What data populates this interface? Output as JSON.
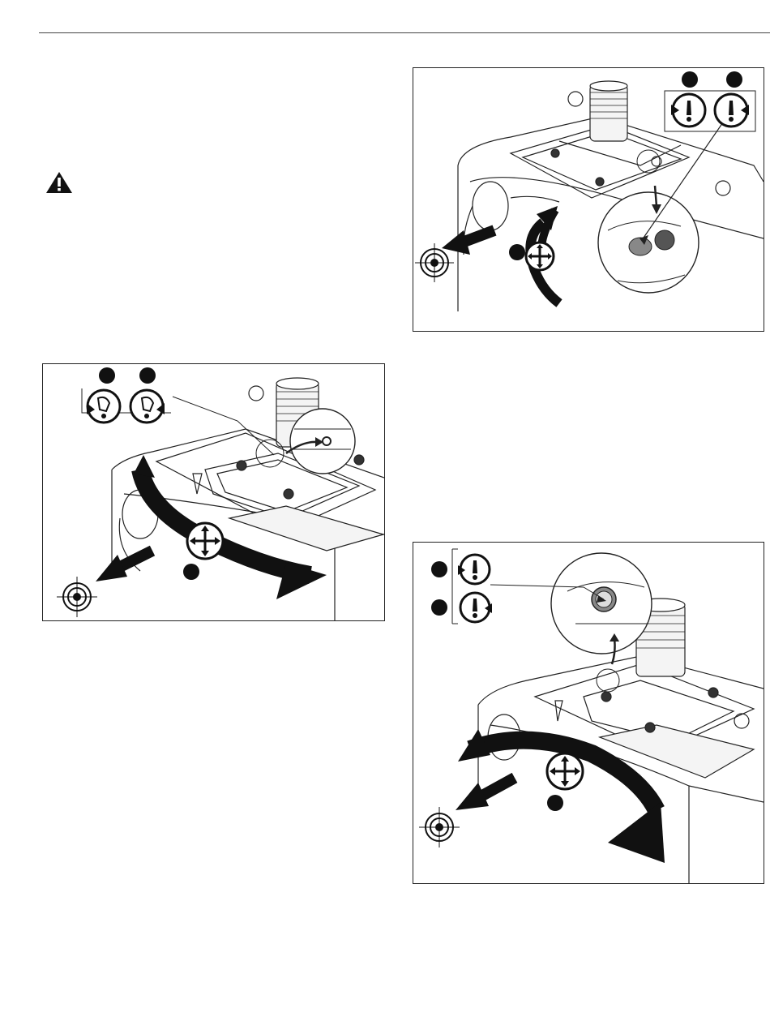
{
  "page": {
    "header_rule": true,
    "warning_icon": "warning-triangle-icon"
  },
  "figures": [
    {
      "id": "figure-top-right",
      "step_markers": 3,
      "icons": [
        "counterclockwise-screwdriver-icon",
        "clockwise-screwdriver-icon",
        "adjust-move-icon",
        "target-icon",
        "arrow-icon"
      ]
    },
    {
      "id": "figure-left",
      "step_markers": 3,
      "icons": [
        "counterclockwise-hand-icon",
        "clockwise-hand-icon",
        "adjust-move-icon",
        "target-icon",
        "arrow-icon"
      ]
    },
    {
      "id": "figure-bottom-right",
      "step_markers": 3,
      "icons": [
        "counterclockwise-screwdriver-icon",
        "clockwise-screwdriver-icon",
        "adjust-move-icon",
        "target-icon",
        "arrow-icon"
      ]
    }
  ]
}
